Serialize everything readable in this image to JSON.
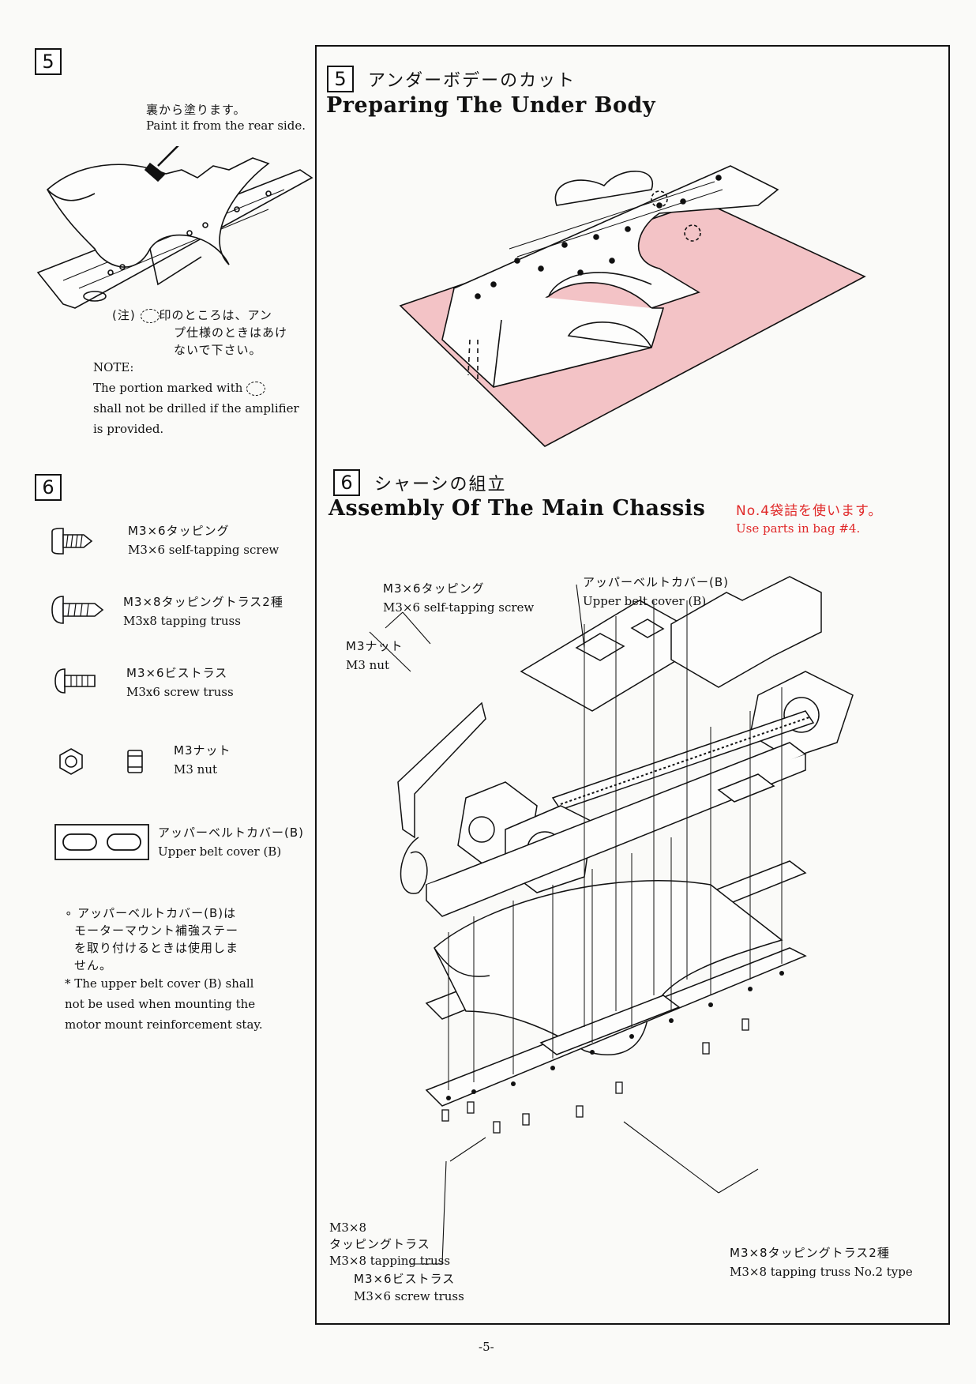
{
  "left_column": {
    "step5": {
      "number": "5",
      "paint_jp": "裏から塗ります。",
      "paint_en": "Paint it from the rear side.",
      "caution_jp_prefix": "(注)",
      "caution_jp_line1": "印のところは、アン",
      "caution_jp_line2": "プ仕様のときはあけ",
      "caution_jp_line3": "ないで下さい。",
      "note_title": "NOTE:",
      "note_line1": "The portion  marked  with",
      "note_line2": "shall not be drilled if the amplifier",
      "note_line3": "is provided."
    },
    "step6": {
      "number": "6",
      "parts": [
        {
          "jp": "M3×6タッピング",
          "en": "M3×6 self-tapping screw",
          "icon": "self-tapping-screw-icon"
        },
        {
          "jp": "M3×8タッピングトラス2種",
          "en": "M3x8 tapping truss",
          "icon": "tapping-truss-screw-icon"
        },
        {
          "jp": "M3×6ビストラス",
          "en": "M3x6 screw truss",
          "icon": "screw-truss-icon"
        },
        {
          "jp": "M3ナット",
          "en": "M3 nut",
          "icon": "nut-icon"
        },
        {
          "jp": "アッパーベルトカバー(B)",
          "en": "Upper belt cover (B)",
          "icon": "belt-cover-icon"
        }
      ],
      "caution_jp_line1": "∘ アッパーベルトカバー(B)は",
      "caution_jp_line2": "モーターマウント補強ステー",
      "caution_jp_line3": "を取り付けるときは使用しま",
      "caution_jp_line4": "せん。",
      "caution_en_line1": "*  The upper belt cover (B) shall",
      "caution_en_line2": "not be used when mounting the",
      "caution_en_line3": "motor mount reinforcement stay."
    }
  },
  "main": {
    "step5": {
      "number": "5",
      "title_jp": "アンダーボデーのカット",
      "title_en": "Preparing The Under Body"
    },
    "step6": {
      "number": "6",
      "title_jp": "シャーシの組立",
      "title_en": "Assembly Of The Main Chassis",
      "bag_jp": "No.4袋詰を使います。",
      "bag_en": "Use parts in bag #4.",
      "labels": {
        "self_tap_jp": "M3×6タッピング",
        "self_tap_en": "M3×6 self-tapping screw",
        "belt_cover_jp": "アッパーベルトカバー(B)",
        "belt_cover_en": "Upper belt cover (B)",
        "nut_jp": "M3ナット",
        "nut_en": "M3 nut",
        "truss_left_l1": "M3×8",
        "truss_left_l2": "タッピングトラス",
        "truss_left_en": "M3×8 tapping truss",
        "screw_truss_jp": "M3×6ビストラス",
        "screw_truss_en": "M3×6 screw truss",
        "truss_right_jp": "M3×8タッピングトラス2種",
        "truss_right_en": "M3×8 tapping truss No.2 type"
      }
    }
  },
  "footer": {
    "page_number": "-5-"
  },
  "colors": {
    "paint_fill": "#f3c3c6",
    "ink": "#111111",
    "red_text": "#e02828"
  }
}
